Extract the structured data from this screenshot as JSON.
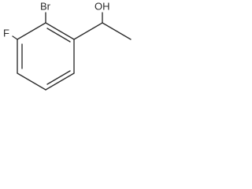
{
  "structure": {
    "labels": {
      "bromine": "Br",
      "fluorine": "F",
      "hydroxyl": "OH"
    },
    "bond_color": "#2b2b2b",
    "label_color": "#2b2b2b"
  }
}
